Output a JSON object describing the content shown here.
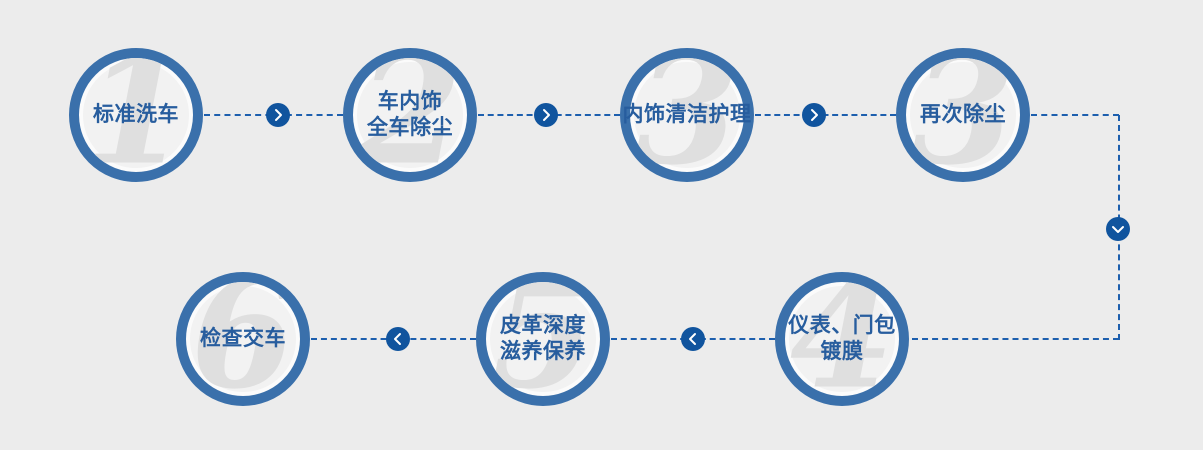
{
  "colors": {
    "background": "#ececec",
    "circle_ring": "#3a70ab",
    "circle_fill": "#f2f2f2",
    "label_text": "#275d9e",
    "watermark_number": "#dfdfdf",
    "connector_dash": "#1d5fae",
    "arrow_button_fill": "#10549e",
    "arrow_glyph": "#ffffff"
  },
  "flow": {
    "steps": [
      {
        "watermark": "1",
        "lines": [
          "标准洗车",
          ""
        ]
      },
      {
        "watermark": "2",
        "lines": [
          "车内饰",
          "全车除尘"
        ]
      },
      {
        "watermark": "3",
        "lines": [
          "内饰清洁护理",
          ""
        ]
      },
      {
        "watermark": "3",
        "lines": [
          "再次除尘",
          ""
        ]
      },
      {
        "watermark": "4",
        "lines": [
          "仪表、门包",
          "镀膜"
        ]
      },
      {
        "watermark": "5",
        "lines": [
          "皮革深度",
          "滋养保养"
        ]
      },
      {
        "watermark": "6",
        "lines": [
          "检查交车",
          ""
        ]
      }
    ],
    "arrows": [
      {
        "direction": "right"
      },
      {
        "direction": "right"
      },
      {
        "direction": "right"
      },
      {
        "direction": "down"
      },
      {
        "direction": "left"
      },
      {
        "direction": "left"
      }
    ]
  }
}
